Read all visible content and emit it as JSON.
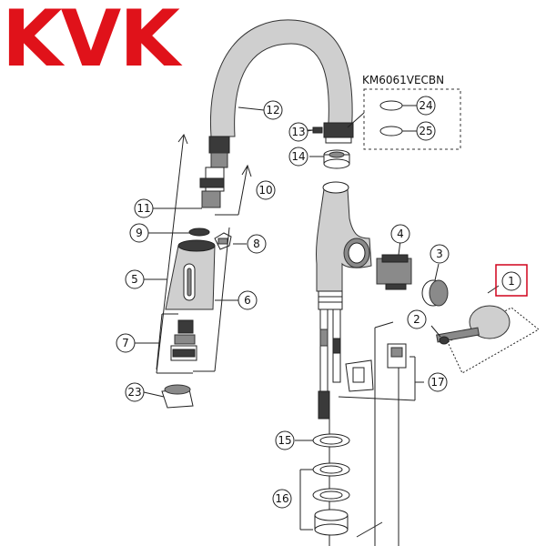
{
  "brand": {
    "logo_text": "KVK",
    "color": "#e0121a"
  },
  "kit": {
    "label": "KM6061VECBN"
  },
  "highlight_color": "#d0021b",
  "callouts": {
    "c1": "1",
    "c2": "2",
    "c3": "3",
    "c4": "4",
    "c5": "5",
    "c6": "6",
    "c7": "7",
    "c8": "8",
    "c9": "9",
    "c10": "10",
    "c11": "11",
    "c12": "12",
    "c13": "13",
    "c14": "14",
    "c15": "15",
    "c16": "16",
    "c17": "17",
    "c23": "23",
    "c24": "24",
    "c25": "25"
  }
}
